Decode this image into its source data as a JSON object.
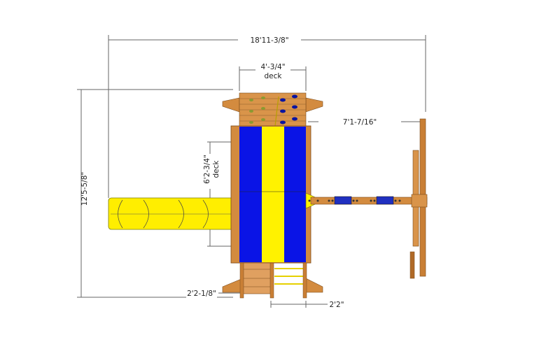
{
  "dimensions": {
    "overall_width": "18'11-3/8\"",
    "overall_depth": "12'5-5/8\"",
    "deck_width": "4'-3/4\"",
    "deck_width_sub": "deck",
    "deck_depth": "6'2-3/4\"",
    "deck_depth_sub": "deck",
    "swing_beam_offset": "7'1-7/16\"",
    "stair_offset": "2'2-1/8\"",
    "ladder_width": "2'2\""
  },
  "colors": {
    "wood": "#d38b3f",
    "wood_dark": "#a8662a",
    "tarp_blue": "#0a14e6",
    "tarp_yellow": "#fff200",
    "slide_yellow": "#ffee00",
    "dim_line": "#555555"
  }
}
